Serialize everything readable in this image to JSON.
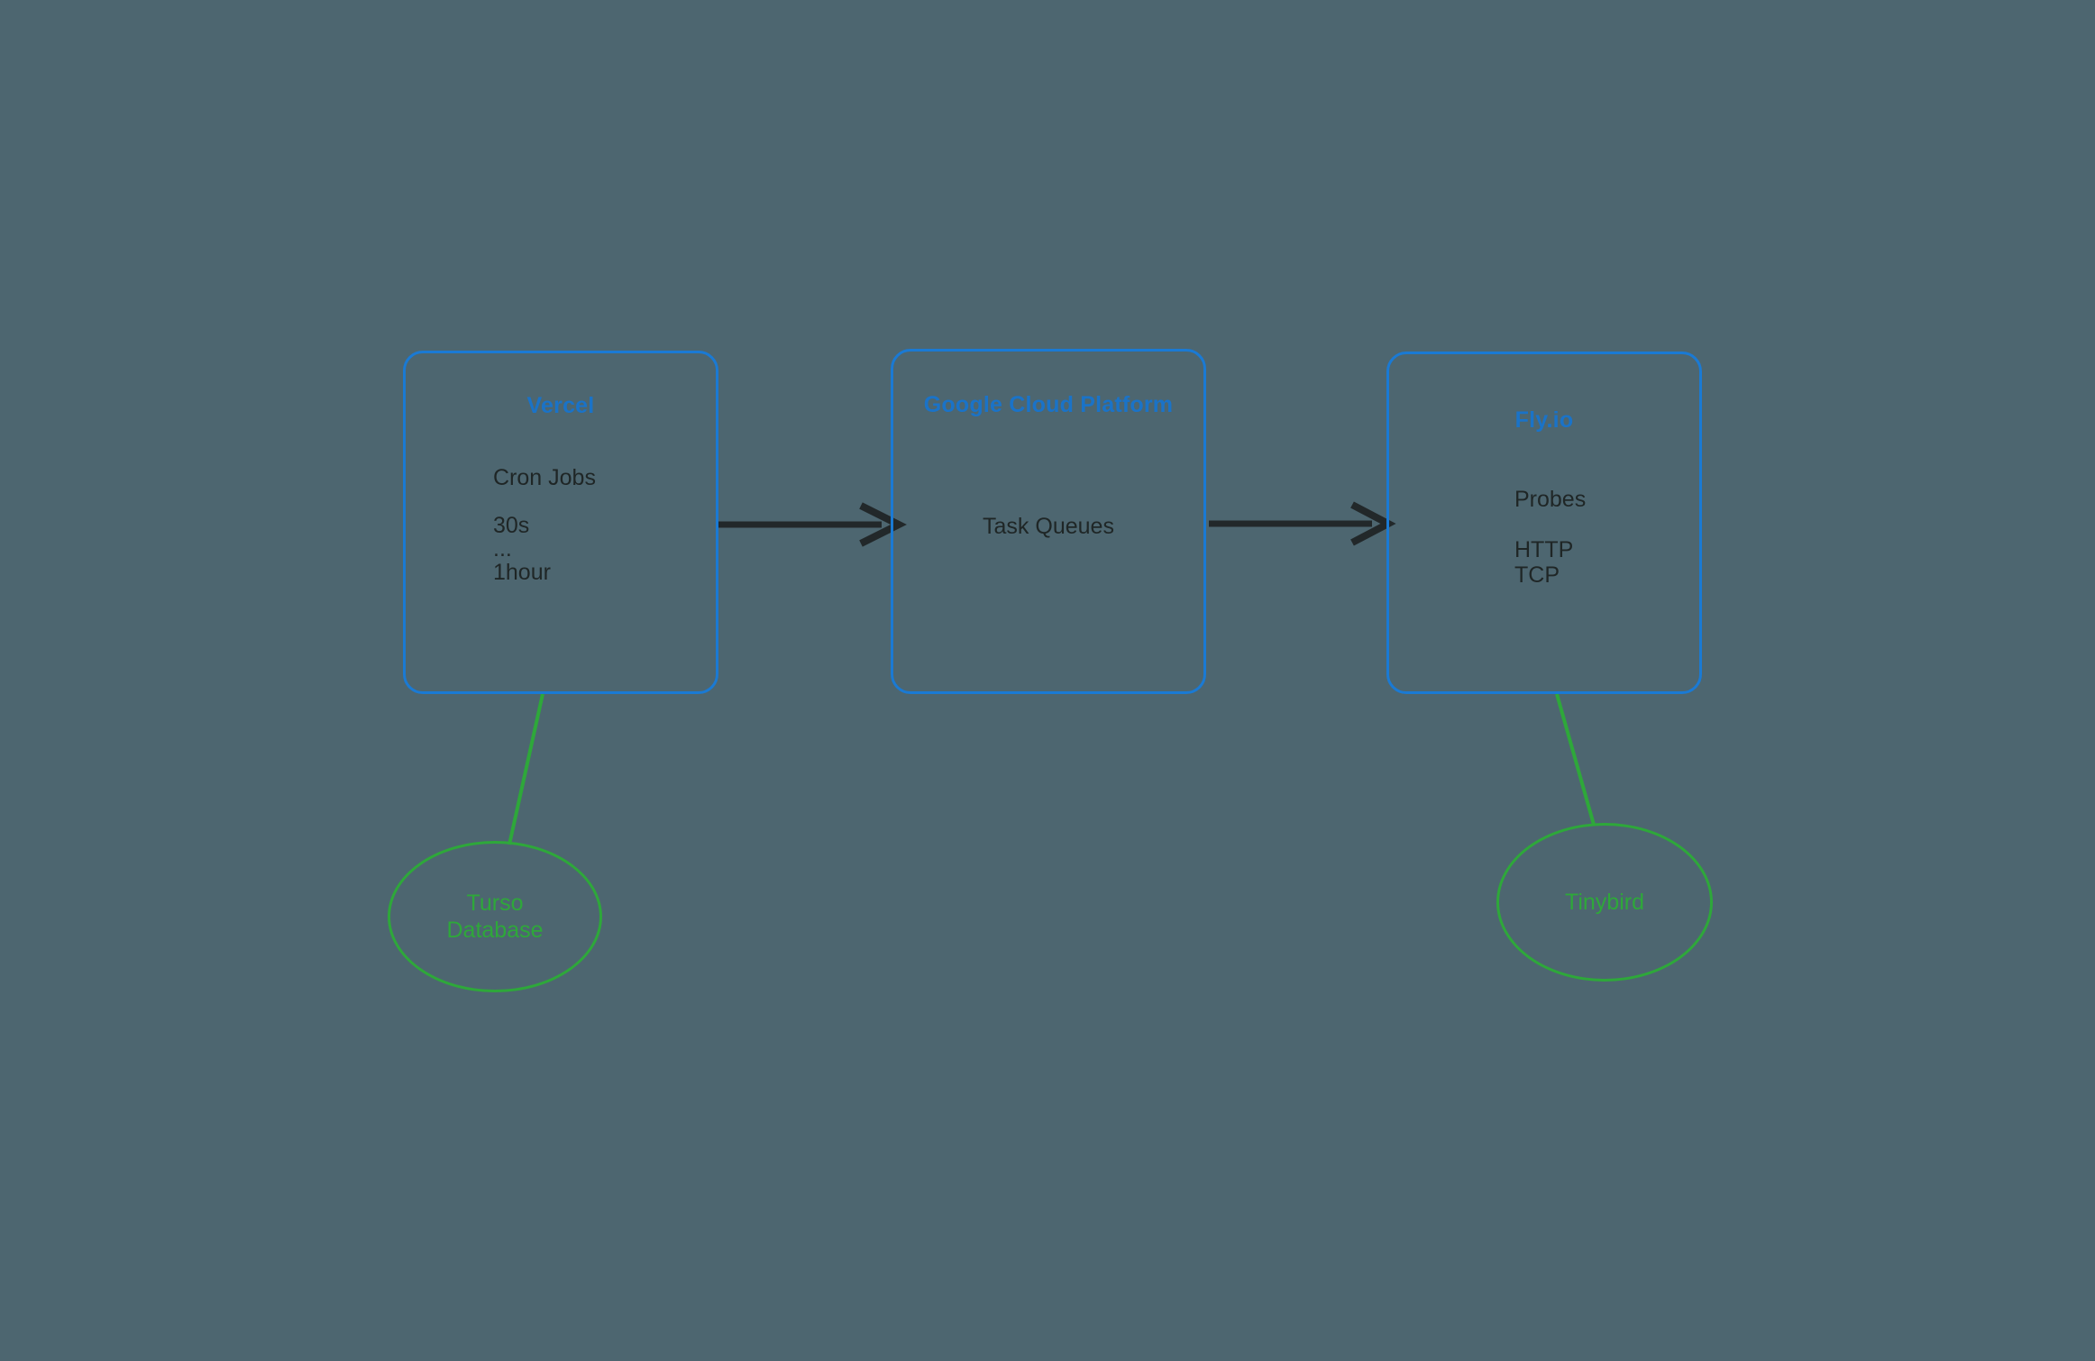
{
  "diagram": {
    "type": "architecture-flow-diagram",
    "background_color": "#4d6670",
    "box_border_color": "#1a7ad4",
    "box_title_color": "#1a73c8",
    "box_text_color": "#1f2626",
    "ellipse_color": "#2ea83a",
    "arrow_color": "#22282a"
  },
  "nodes": {
    "vercel": {
      "title": "Vercel",
      "lines": [
        "Cron Jobs",
        "30s",
        "...",
        "1hour"
      ]
    },
    "gcp": {
      "title": "Google Cloud Platform",
      "lines": [
        "Task Queues"
      ]
    },
    "fly": {
      "title": "Fly.io",
      "lines": [
        "Probes",
        "HTTP",
        "TCP"
      ]
    },
    "turso": {
      "label": "Turso\nDatabase"
    },
    "tinybird": {
      "label": "Tinybird"
    }
  },
  "edges": [
    {
      "name": "vercel-to-gcp",
      "from": "vercel",
      "to": "gcp",
      "style": "arrow",
      "color": "#22282a"
    },
    {
      "name": "gcp-to-fly",
      "from": "gcp",
      "to": "fly",
      "style": "arrow",
      "color": "#22282a"
    },
    {
      "name": "vercel-to-turso",
      "from": "vercel",
      "to": "turso",
      "style": "line",
      "color": "#2ea83a"
    },
    {
      "name": "fly-to-tinybird",
      "from": "fly",
      "to": "tinybird",
      "style": "line",
      "color": "#2ea83a"
    }
  ]
}
